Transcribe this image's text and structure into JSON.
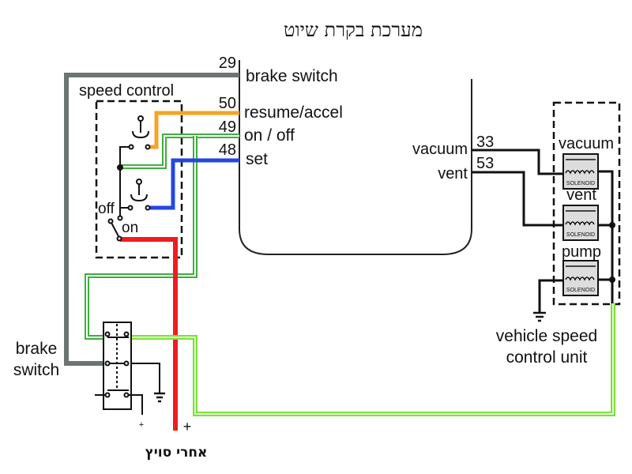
{
  "title": "מערכת בקרת שיוט",
  "colors": {
    "brake_wire": "#6b7573",
    "resume_wire": "#f7a325",
    "onoff_wire": "#3fae3f",
    "set_wire": "#2447e0",
    "power_wire": "#ee1c24",
    "speed_signal_wire": "#7ee03a",
    "black": "#111111"
  },
  "speed_control": {
    "label": "speed control",
    "off_label": "off",
    "on_label": "on"
  },
  "connector_left": {
    "pins": [
      {
        "number": "29",
        "label": "brake switch"
      },
      {
        "number": "50",
        "label": "resume/accel"
      },
      {
        "number": "49",
        "label": "on / off"
      },
      {
        "number": "48",
        "label": "set"
      }
    ]
  },
  "connector_right": {
    "pins": [
      {
        "number": "33",
        "label": "vacuum"
      },
      {
        "number": "53",
        "label": "vent"
      }
    ]
  },
  "speed_control_unit": {
    "solenoids": [
      {
        "label": "vacuum",
        "tag": "SOLENOID"
      },
      {
        "label": "vent",
        "tag": "SOLENOID"
      },
      {
        "label": "pump",
        "tag": "SOLENOID"
      }
    ],
    "caption_line1": "vehicle speed",
    "caption_line2": "control unit"
  },
  "brake_switch": {
    "label_line1": "brake",
    "label_line2": "switch",
    "plus_small": "+"
  },
  "power": {
    "plus": "+",
    "label": "אחרי סויץ"
  }
}
